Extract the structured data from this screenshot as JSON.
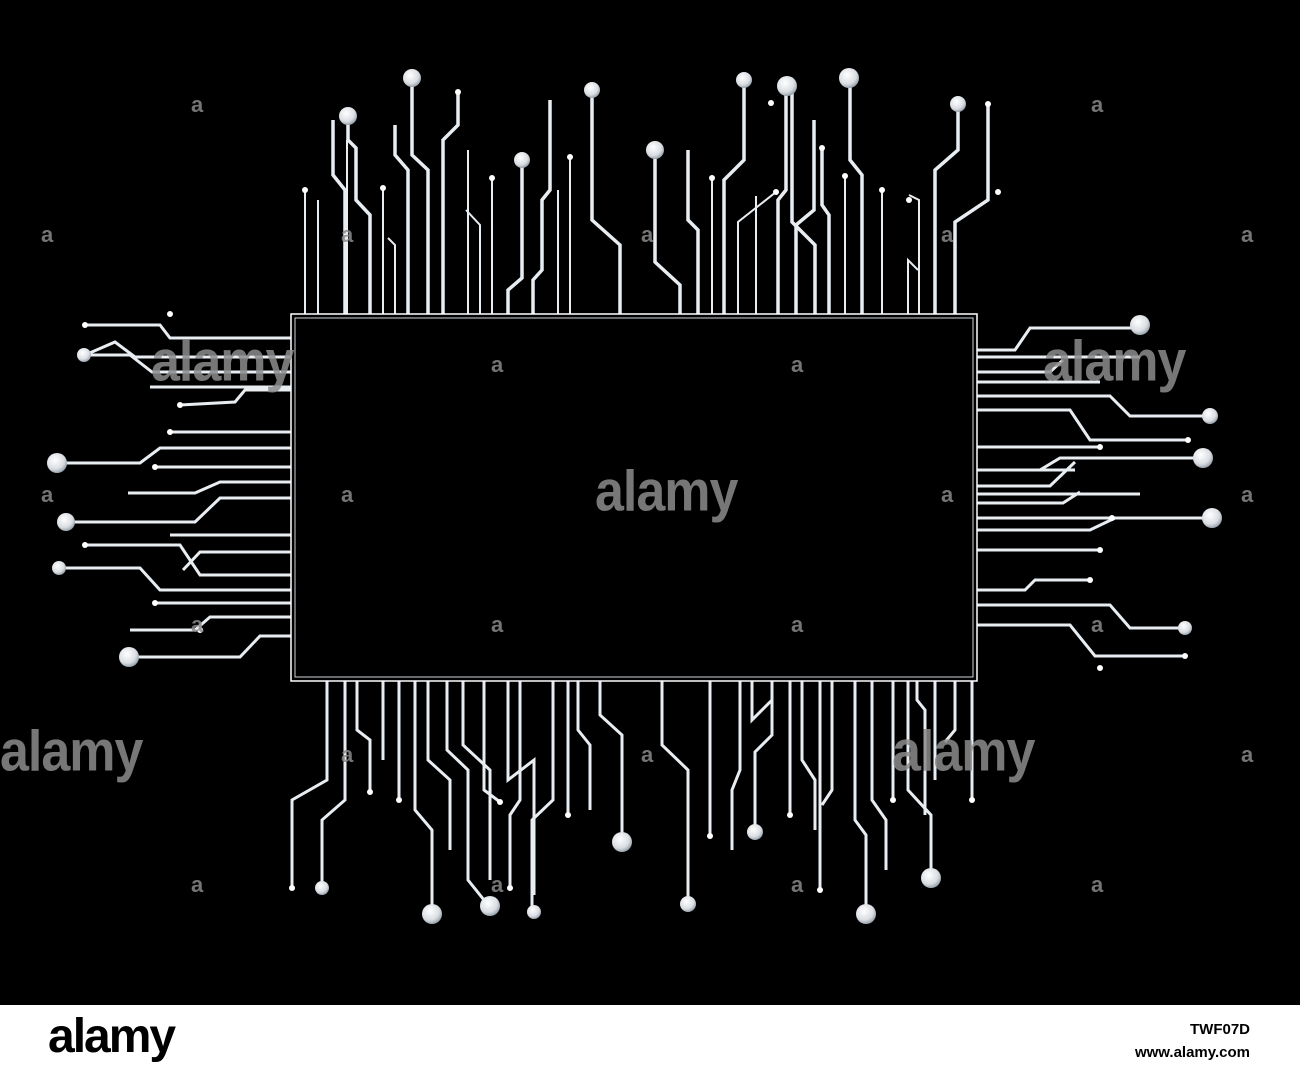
{
  "watermark": {
    "brand_word": "alamy",
    "small_mark": "a"
  },
  "footer": {
    "logo": "alamy",
    "image_id": "TWF07D",
    "url": "www.alamy.com"
  },
  "colors": {
    "background": "#000000",
    "trace": "#e8edf2",
    "trace_shade": "#9fb3c4",
    "chip_border": "#ffffff"
  }
}
